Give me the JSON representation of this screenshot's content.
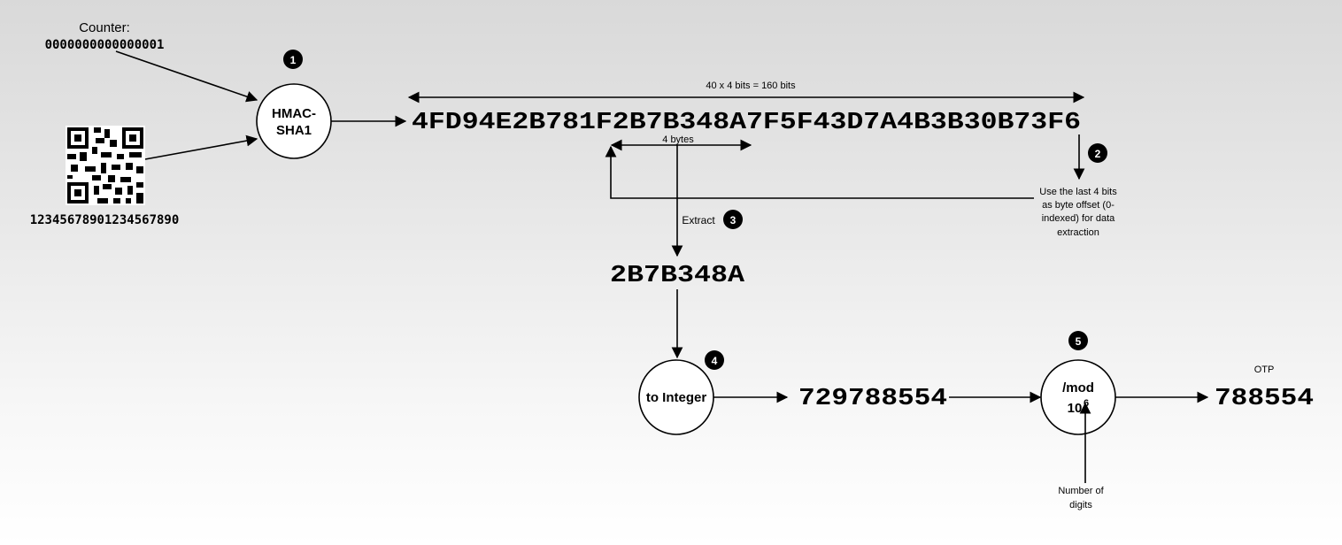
{
  "inputs": {
    "counter_label": "Counter:",
    "counter_value": "0000000000000001",
    "secret_value": "12345678901234567890"
  },
  "nodes": {
    "hmac_line1": "HMAC-",
    "hmac_line2": "SHA1",
    "to_integer": "to Integer",
    "mod_line1": "/mod",
    "mod_base": "10",
    "mod_exp": "6"
  },
  "steps": {
    "s1": "1",
    "s2": "2",
    "s3": "3",
    "s4": "4",
    "s5": "5"
  },
  "values": {
    "hash": "4FD94E2B781F2B7B348A7F5F43D7A4B3B30B73F6",
    "hash_bits": "40 x 4 bits = 160 bits",
    "four_bytes": "4 bytes",
    "extracted": "2B7B348A",
    "integer": "729788554",
    "otp_label": "OTP",
    "otp": "788554"
  },
  "annotations": {
    "extract": "Extract",
    "offset_line1": "Use the last 4 bits",
    "offset_line2": "as byte offset (0-",
    "offset_line3": "indexed) for data",
    "offset_line4": "extraction",
    "digits_line1": "Number of",
    "digits_line2": "digits"
  },
  "colors": {
    "line": "#000000",
    "node_fill": "#ffffff",
    "badge_fill": "#000000",
    "badge_text": "#ffffff"
  }
}
